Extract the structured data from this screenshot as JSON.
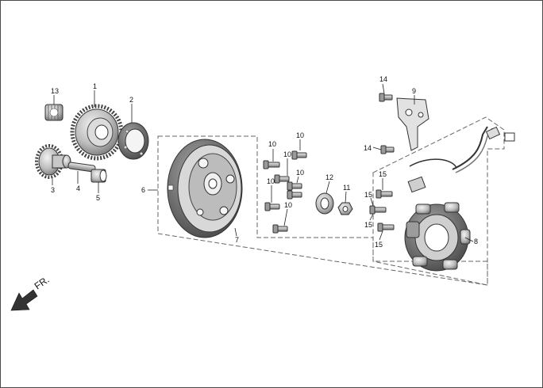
{
  "diagram": {
    "direction_label": "FR.",
    "callouts": {
      "p1": "1",
      "p2": "2",
      "p3": "3",
      "p4": "4",
      "p5": "5",
      "p6": "6",
      "p7": "7",
      "p8": "8",
      "p9": "9",
      "p10a": "10",
      "p10b": "10",
      "p10c": "10",
      "p10d": "10",
      "p10e": "10",
      "p10f": "10",
      "p11": "11",
      "p12": "12",
      "p13": "13",
      "p14a": "14",
      "p14b": "14",
      "p15a": "15",
      "p15b": "15",
      "p15c": "15",
      "p15d": "15"
    }
  }
}
